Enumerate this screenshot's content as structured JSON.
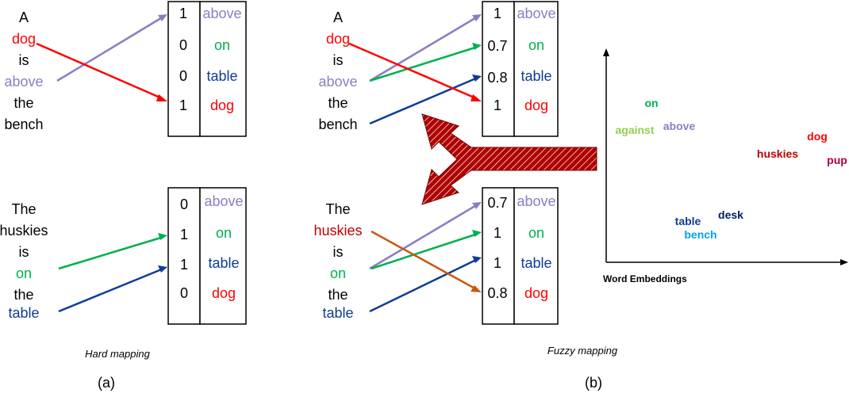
{
  "colors": {
    "black": "#000000",
    "red": "#ff0000",
    "purple": "#8e7cc3",
    "green": "#00b050",
    "blue": "#0f3c96",
    "brown": "#c55a11",
    "pale_green": "#92d050",
    "dark_red": "#c00000",
    "crimson": "#b00040",
    "navy": "#002060",
    "light_blue": "#00a2e8",
    "arrow_fill": "#b00000"
  },
  "panel_a": {
    "caption": "Hard mapping",
    "label": "(a)",
    "sentence1": [
      "A",
      "dog",
      "is",
      "above",
      "the",
      "bench"
    ],
    "table1": {
      "values": [
        "1",
        "0",
        "0",
        "1"
      ],
      "words": [
        "above",
        "on",
        "table",
        "dog"
      ]
    },
    "sentence2": [
      "The",
      "huskies",
      "is",
      "on",
      "the",
      "table"
    ],
    "table2": {
      "values": [
        "0",
        "1",
        "1",
        "0"
      ],
      "words": [
        "above",
        "on",
        "table",
        "dog"
      ]
    }
  },
  "panel_b": {
    "caption": "Fuzzy mapping",
    "label": "(b)",
    "sentence1": [
      "A",
      "dog",
      "is",
      "above",
      "the",
      "bench"
    ],
    "table1": {
      "values": [
        "1",
        "0.7",
        "0.8",
        "1"
      ],
      "words": [
        "above",
        "on",
        "table",
        "dog"
      ]
    },
    "sentence2": [
      "The",
      "huskies",
      "is",
      "on",
      "the",
      "table"
    ],
    "table2": {
      "values": [
        "0.7",
        "1",
        "1",
        "0.8"
      ],
      "words": [
        "above",
        "on",
        "table",
        "dog"
      ]
    }
  },
  "embeddings": {
    "axis_label": "Word Embeddings",
    "words": [
      "on",
      "against",
      "above",
      "dog",
      "huskies",
      "pup",
      "table",
      "desk",
      "bench"
    ]
  }
}
